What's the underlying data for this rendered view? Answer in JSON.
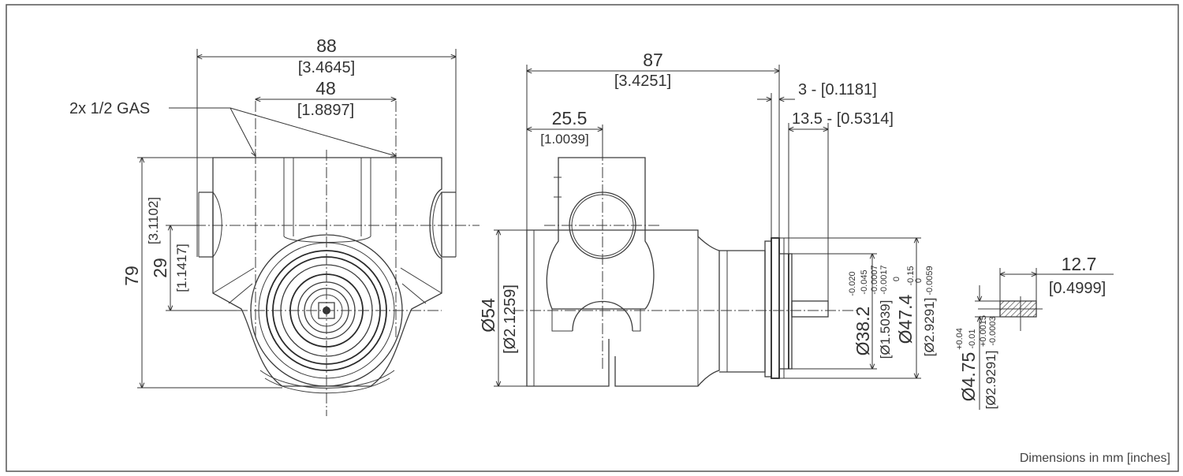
{
  "note": "Dimensions in mm [inches]",
  "front_view": {
    "callout": "2x 1/2 GAS",
    "width_mm": "88",
    "width_in": "[3.4645]",
    "port_spacing_mm": "48",
    "port_spacing_in": "[1.8897]",
    "height_mm": "79",
    "height_in": "[3.1102]",
    "port_height_mm": "29",
    "port_height_in": "[1.1417]"
  },
  "side_view": {
    "length_mm": "87",
    "length_in": "[3.4251]",
    "port_offset_mm": "25.5",
    "port_offset_in": "[1.0039]",
    "flange_mm": "3 - [0.1181]",
    "shaft_len_mm": "13.5 - [0.5314]",
    "body_dia_mm": "Ø54",
    "body_dia_in": "[Ø2.1259]",
    "pilot_dia_mm": "Ø38.2",
    "pilot_tol_upper": "-0.020",
    "pilot_tol_lower": "-0.045",
    "pilot_dia_in": "[Ø1.5039]",
    "pilot_tol_in_upper": "-0.0007",
    "pilot_tol_in_lower": "-0.0017",
    "flange_dia_mm": "Ø47.4",
    "flange_tol_upper": "0",
    "flange_tol_lower": "-0.15",
    "flange_dia_in": "[Ø2.9291]",
    "flange_tol_in_upper": "0",
    "flange_tol_in_lower": "-0.0059"
  },
  "shaft_detail": {
    "length_mm": "12.7",
    "length_in": "[0.4999]",
    "dia_mm": "Ø4.75",
    "dia_tol_upper": "+0.04",
    "dia_tol_lower": "-0.01",
    "dia_in": "[Ø2.9291]",
    "dia_tol_in_upper": "+0.0015",
    "dia_tol_in_lower": "-0.0003"
  }
}
